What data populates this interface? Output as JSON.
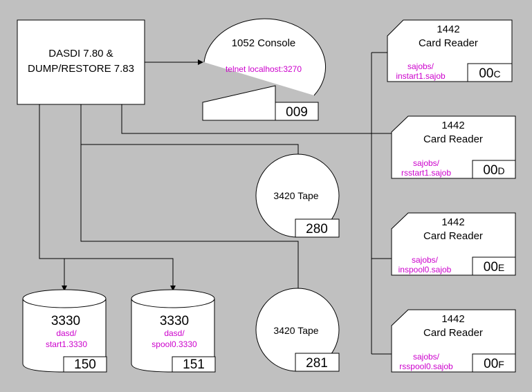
{
  "colors": {
    "background": "#c0c0c0",
    "shape_fill": "#ffffff",
    "line": "#000000",
    "path_text": "#cc00cc"
  },
  "host": {
    "line1": "DASDI 7.80 &",
    "line2": "DUMP/RESTORE 7.83"
  },
  "console": {
    "title": "1052 Console",
    "connection": "telnet localhost:3270",
    "address": "009"
  },
  "card_readers": [
    {
      "line1": "1442",
      "line2": "Card Reader",
      "path1": "sajobs/",
      "path2": "instart1.sajob",
      "address_prefix": "00",
      "address_suffix": "C"
    },
    {
      "line1": "1442",
      "line2": "Card Reader",
      "path1": "sajobs/",
      "path2": "rsstart1.sajob",
      "address_prefix": "00",
      "address_suffix": "D"
    },
    {
      "line1": "1442",
      "line2": "Card Reader",
      "path1": "sajobs/",
      "path2": "inspool0.sajob",
      "address_prefix": "00",
      "address_suffix": "E"
    },
    {
      "line1": "1442",
      "line2": "Card Reader",
      "path1": "sajobs/",
      "path2": "rsspool0.sajob",
      "address_prefix": "00",
      "address_suffix": "F"
    }
  ],
  "tapes": [
    {
      "label": "3420 Tape",
      "address": "280"
    },
    {
      "label": "3420 Tape",
      "address": "281"
    }
  ],
  "disks": [
    {
      "model": "3330",
      "path1": "dasd/",
      "path2": "start1.3330",
      "address": "150"
    },
    {
      "model": "3330",
      "path1": "dasd/",
      "path2": "spool0.3330",
      "address": "151"
    }
  ]
}
